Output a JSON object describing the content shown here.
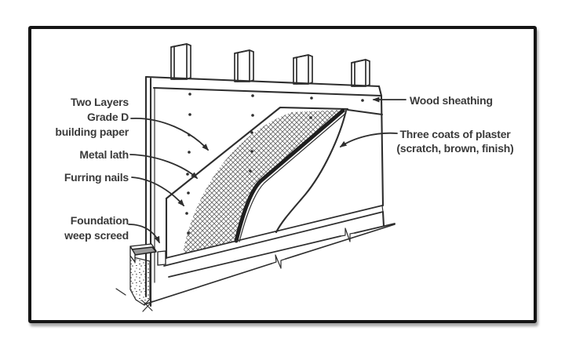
{
  "figure": {
    "type": "technical line diagram",
    "subject": "Three-coat stucco exterior wall assembly cutaway"
  },
  "colors": {
    "bg": "#ffffff",
    "border": "#151515",
    "line": "#2e2e2e",
    "text": "#3a3a3a",
    "screed": "#9a9a9a",
    "hatch": "#6b6b6b",
    "stipple": "#474747"
  },
  "labels": {
    "building_paper": [
      "Two Layers",
      "Grade D",
      "building paper"
    ],
    "metal_lath": "Metal lath",
    "furring_nails": "Furring nails",
    "foundation_weep_screed": [
      "Foundation",
      "weep screed"
    ],
    "wood_sheathing": "Wood sheathing",
    "plaster_coats": [
      "Three coats of plaster",
      "(scratch, brown, finish)"
    ]
  }
}
